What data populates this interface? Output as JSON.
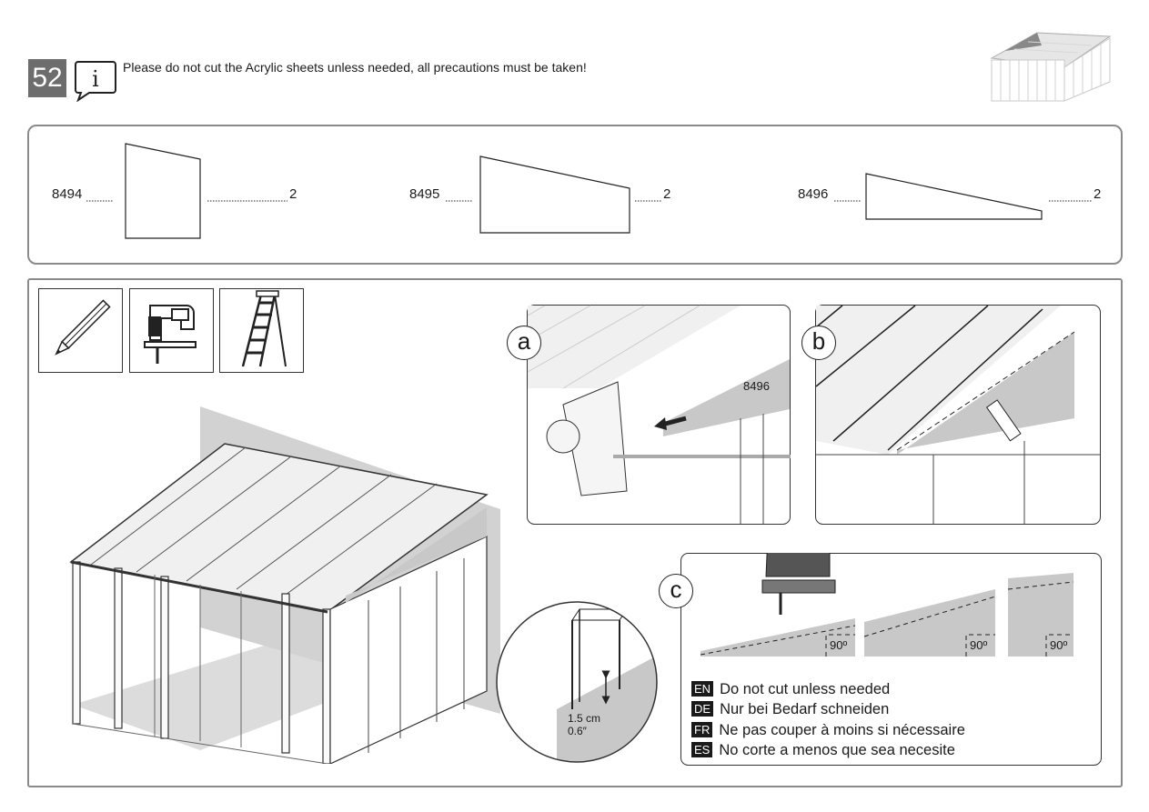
{
  "step": {
    "number": "52"
  },
  "notice": {
    "text": "Please do not cut the Acrylic sheets unless needed, all precautions must be taken!"
  },
  "parts": [
    {
      "code": "8494",
      "qty": "2"
    },
    {
      "code": "8495",
      "qty": "2"
    },
    {
      "code": "8496",
      "qty": "2"
    }
  ],
  "detail_a": {
    "label": "a",
    "part_code": "8496"
  },
  "detail_b": {
    "label": "b"
  },
  "detail_c": {
    "label": "c",
    "angles": [
      "90º",
      "90º",
      "90º"
    ]
  },
  "zoom": {
    "measure_cm": "1.5 cm",
    "measure_in": "0.6″"
  },
  "warnings": [
    {
      "code": "EN",
      "text": "Do not cut unless needed"
    },
    {
      "code": "DE",
      "text": "Nur bei Bedarf schneiden"
    },
    {
      "code": "FR",
      "text": "Ne pas couper à moins si nécessaire"
    },
    {
      "code": "ES",
      "text": "No corte a menos que sea necesite"
    }
  ],
  "tools": [
    "pencil-icon",
    "jigsaw-icon",
    "ladder-icon"
  ],
  "colors": {
    "step_badge": "#6d6d6d",
    "panel_fill": "#c8c8c8",
    "frame": "#8a8a8a"
  }
}
